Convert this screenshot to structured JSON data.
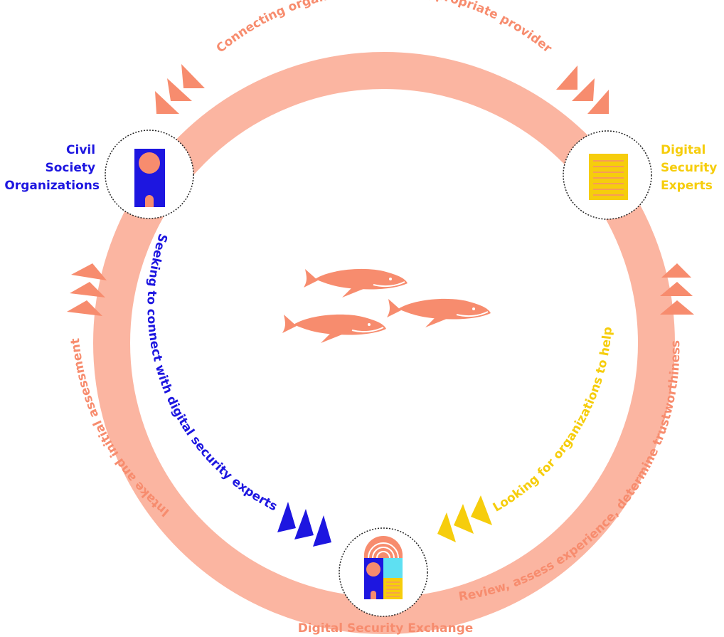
{
  "colors": {
    "ring": "#fbb5a1",
    "salmon": "#f78c6e",
    "blue": "#1d16e0",
    "yellow": "#f6cd0c",
    "cyan": "#5ee0f2"
  },
  "nodes": {
    "cso": {
      "lines": [
        "Civil",
        "Society",
        "Organizations"
      ],
      "icon": "building-icon"
    },
    "experts": {
      "lines": [
        "Digital",
        "Security",
        "Experts"
      ],
      "icon": "document-icon"
    },
    "exchange": {
      "label": "Digital Security Exchange",
      "icon": "exchange-building-icon"
    }
  },
  "arcs": {
    "top": "Connecting organizations with appropriate provider",
    "left": "Intake and initial assessment",
    "right": "Review, assess experience, determine trustworthiness",
    "inner_left": "Seeking to connect with digital security experts",
    "inner_right": "Looking for organizations to help"
  },
  "center": {
    "icon": "whales-icon",
    "count": 3
  }
}
